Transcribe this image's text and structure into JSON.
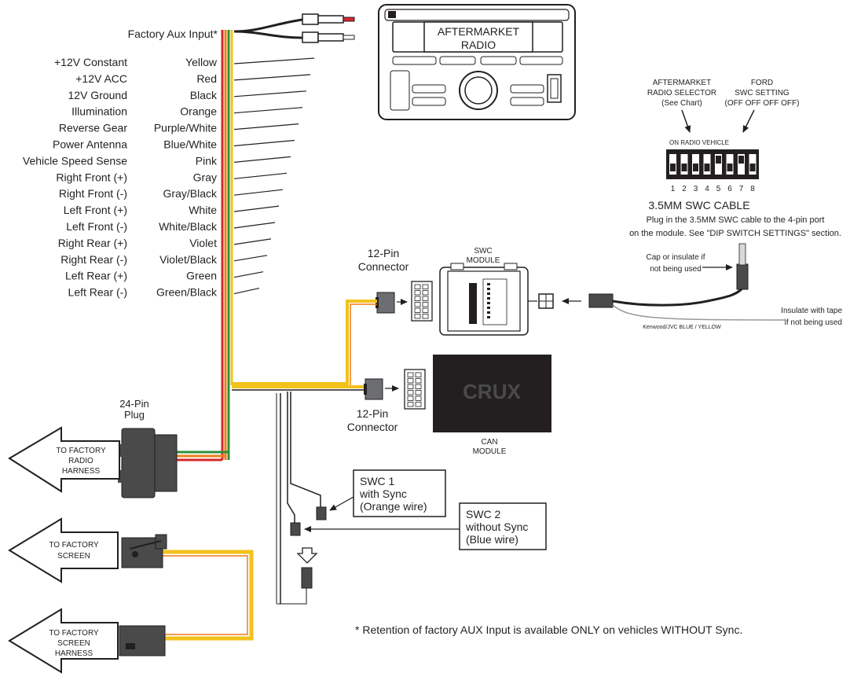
{
  "aux_input_label": "Factory Aux Input*",
  "wires": [
    {
      "function": "+12V Constant",
      "color": "Yellow",
      "hex": "#f2c21b"
    },
    {
      "function": "+12V ACC",
      "color": "Red",
      "hex": "#d7262b"
    },
    {
      "function": "12V Ground",
      "color": "Black",
      "hex": "#231f20"
    },
    {
      "function": "Illumination",
      "color": "Orange",
      "hex": "#ef7d1a"
    },
    {
      "function": "Reverse Gear",
      "color": "Purple/White",
      "hex": "#7a3f95"
    },
    {
      "function": "Power Antenna",
      "color": "Blue/White",
      "hex": "#2f5fb0"
    },
    {
      "function": "Vehicle Speed Sense",
      "color": "Pink",
      "hex": "#ef8fb6"
    },
    {
      "function": "Right Front (+)",
      "color": "Gray",
      "hex": "#8c8c8c"
    },
    {
      "function": "Right Front (-)",
      "color": "Gray/Black",
      "hex": "#6d6d6d"
    },
    {
      "function": "Left Front (+)",
      "color": "White",
      "hex": "#9a9a9a"
    },
    {
      "function": "Left Front (-)",
      "color": "White/Black",
      "hex": "#8a8a8a"
    },
    {
      "function": "Right Rear (+)",
      "color": "Violet",
      "hex": "#6b3fa0"
    },
    {
      "function": "Right Rear (-)",
      "color": "Violet/Black",
      "hex": "#5a3384"
    },
    {
      "function": "Left Rear (+)",
      "color": "Green",
      "hex": "#2f8f3a"
    },
    {
      "function": "Left Rear (-)",
      "color": "Green/Black",
      "hex": "#2a6f33"
    }
  ],
  "radio": {
    "line1": "AFTERMARKET",
    "line2": "RADIO"
  },
  "dip": {
    "selector_label": [
      "AFTERMARKET",
      "RADIO SELECTOR",
      "(See Chart)"
    ],
    "ford_label": [
      "FORD",
      "SWC SETTING",
      "(OFF  OFF  OFF  OFF)"
    ],
    "header": "ON RADIO VEHICLE",
    "numbers": [
      "1",
      "2",
      "3",
      "4",
      "5",
      "6",
      "7",
      "8"
    ]
  },
  "swc_cable": {
    "title": "3.5MM SWC CABLE",
    "desc1": "Plug in the 3.5MM SWC cable to the 4-pin port",
    "desc2": "on the module. See \"DIP SWITCH SETTINGS\" section."
  },
  "cap_note": [
    "Cap or insulate if",
    "not being used"
  ],
  "insulate_note": [
    "Insulate with tape",
    "if not being used"
  ],
  "kenwood_label": "Kenwood/JVC BLUE / YELLOW",
  "swc_module_label": [
    "SWC",
    "MODULE"
  ],
  "connector_12pin_top": [
    "12-Pin",
    "Connector"
  ],
  "connector_12pin_bottom": [
    "12-Pin",
    "Connector"
  ],
  "can_module": {
    "logo": "CRUX",
    "label": [
      "CAN",
      "MODULE"
    ]
  },
  "plug_24pin": [
    "24-Pin",
    "Plug"
  ],
  "arrows": {
    "radio": [
      "TO FACTORY",
      "RADIO",
      "HARNESS"
    ],
    "screen": [
      "TO FACTORY",
      "SCREEN"
    ],
    "screen_harness": [
      "TO FACTORY",
      "SCREEN",
      "HARNESS"
    ]
  },
  "swc1": [
    "SWC 1",
    "with Sync",
    "(Orange wire)"
  ],
  "swc2": [
    "SWC 2",
    "without Sync",
    "(Blue wire)"
  ],
  "footnote": "* Retention of factory AUX Input is available ONLY on vehicles  WITHOUT Sync.",
  "colors": {
    "yellow": "#f2c21b",
    "orange": "#ef7d1a",
    "red": "#d7262b",
    "green": "#2f8f3a",
    "dark": "#231f20"
  },
  "icons": [
    "rca-plug-icon",
    "arrow-icon",
    "3.5mm-jack-icon"
  ]
}
